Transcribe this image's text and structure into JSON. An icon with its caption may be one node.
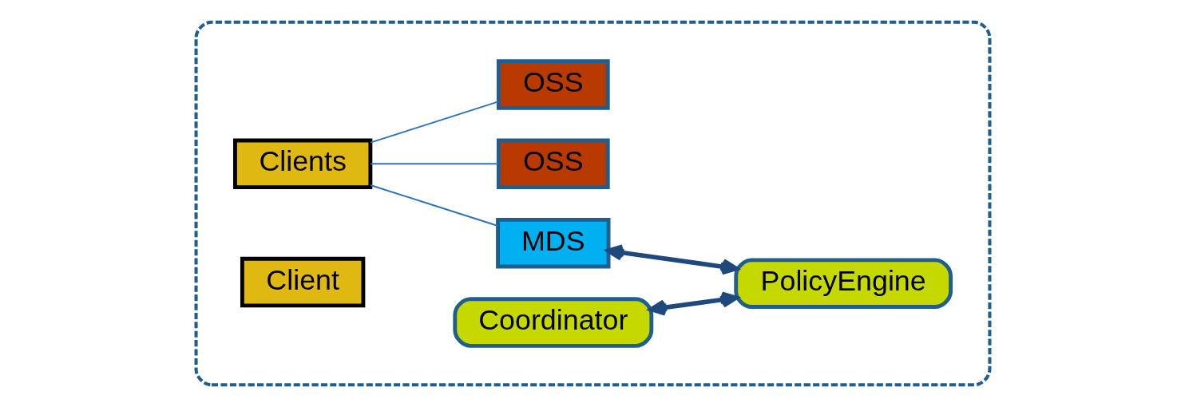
{
  "diagram": {
    "nodes": [
      {
        "text": [],
        "shape": "box"
      },
      {
        "text": [
          "Clients"
        ],
        "in": 0
      },
      {
        "text": [
          "MDS"
        ],
        "in": 0
      },
      {
        "text": [
          "Coordinator"
        ],
        "in": 0
      },
      {
        "text": [
          "OSS"
        ],
        "in": 0
      },
      {
        "text": [
          "OSS"
        ],
        "in": 0
      },
      {
        "text": [
          "PolicyEngine"
        ],
        "in": 0
      },
      {
        "text": [
          "Client"
        ],
        "in": 0
      }
    ],
    "edges": [
      {
        "from": 1,
        "to": 2,
        "arrow": "none"
      },
      {
        "from": 1,
        "to": 4,
        "arrow": "none"
      },
      {
        "from": 1,
        "to": 5,
        "arrow": "none"
      },
      {
        "from": 2,
        "to": 6,
        "arrow": "both",
        "style": "thick",
        "color": "#1f497d"
      },
      {
        "from": 3,
        "to": 6,
        "arrow": "both",
        "style": "thick",
        "color": "#1f497d"
      }
    ]
  }
}
